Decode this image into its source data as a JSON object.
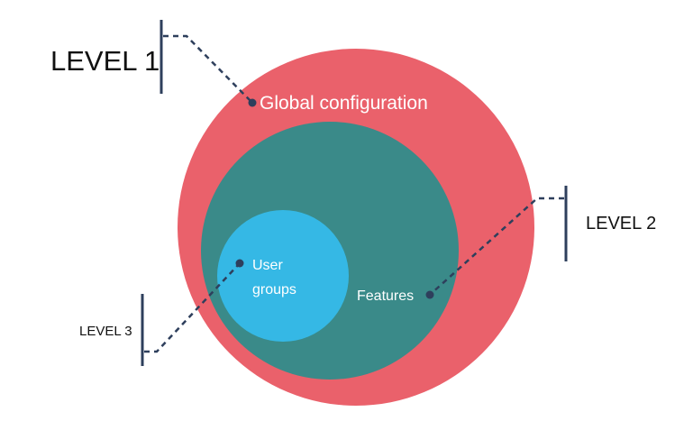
{
  "diagram": {
    "levels": {
      "level1": "LEVEL 1",
      "level2": "LEVEL 2",
      "level3": "LEVEL 3"
    },
    "circles": {
      "outer": {
        "label": "Global configuration",
        "color": "#ea616b"
      },
      "middle": {
        "label": "Features",
        "color": "#3a8a89"
      },
      "inner": {
        "label_line1": "User",
        "label_line2": "groups",
        "color": "#35b8e5"
      }
    },
    "connector_color": "#2e3f5c"
  }
}
